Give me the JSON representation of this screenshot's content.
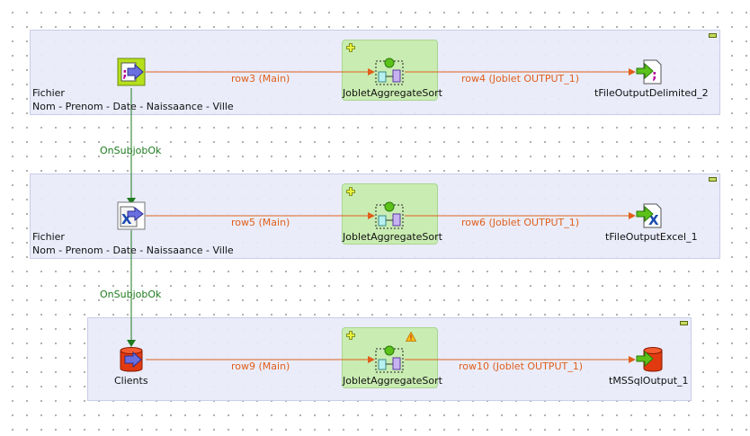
{
  "subjobs": [
    {
      "input": {
        "name": "Fichier",
        "subtitle": "Nom - Prenom - Date - Naissaance - Ville",
        "icon": "file-delimited-input-icon"
      },
      "input_link": "row3 (Main)",
      "joblet": {
        "name": "JobletAggregateSort",
        "icon": "joblet-aggregate-icon",
        "warning": false
      },
      "output_link": "row4 (Joblet OUTPUT_1)",
      "output": {
        "name": "tFileOutputDelimited_2",
        "icon": "file-delimited-output-icon"
      }
    },
    {
      "input": {
        "name": "Fichier",
        "subtitle": "Nom - Prenom - Date - Naissaance - Ville",
        "icon": "excel-input-icon"
      },
      "input_link": "row5 (Main)",
      "joblet": {
        "name": "JobletAggregateSort",
        "icon": "joblet-aggregate-icon",
        "warning": false
      },
      "output_link": "row6 (Joblet OUTPUT_1)",
      "output": {
        "name": "tFileOutputExcel_1",
        "icon": "excel-output-icon"
      }
    },
    {
      "input": {
        "name": "Clients",
        "subtitle": "",
        "icon": "mssql-input-icon"
      },
      "input_link": "row9 (Main)",
      "joblet": {
        "name": "JobletAggregateSort",
        "icon": "joblet-aggregate-icon",
        "warning": true
      },
      "output_link": "row10 (Joblet OUTPUT_1)",
      "output": {
        "name": "tMSSqlOutput_1",
        "icon": "mssql-output-icon"
      }
    }
  ],
  "triggers": [
    "OnSubjobOk",
    "OnSubjobOk"
  ],
  "colors": {
    "main_link": "#e05f1a",
    "trigger_link": "#1f7a1f",
    "subjob_bg": "#e8eafa",
    "joblet_bg": "#c9ecb2"
  }
}
